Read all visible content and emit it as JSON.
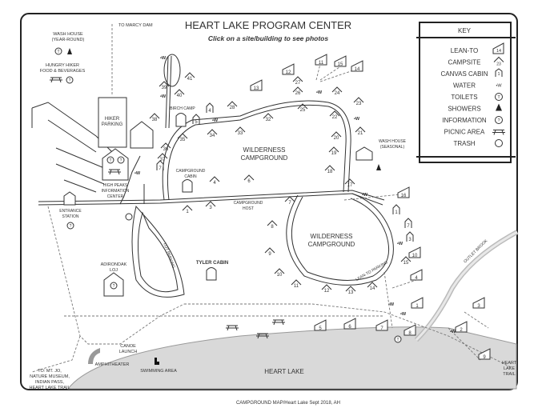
{
  "title": "HEART LAKE PROGRAM CENTER",
  "subtitle": "Click on a site/building to see photos",
  "footer": "CAMPGROUND MAP/Heart Lake Sept 2018, AH",
  "key": {
    "title": "KEY",
    "items": [
      {
        "label": "LEAN-TO",
        "icon": "lean-to-icon",
        "sample": "14"
      },
      {
        "label": "CAMPSITE",
        "icon": "campsite-icon",
        "sample": "23"
      },
      {
        "label": "CANVAS CABIN",
        "icon": "canvas-cabin-icon",
        "sample": "1"
      },
      {
        "label": "WATER",
        "icon": "water-icon",
        "sample": "•W"
      },
      {
        "label": "TOILETS",
        "icon": "toilet-icon",
        "sample": "T"
      },
      {
        "label": "SHOWERS",
        "icon": "shower-icon"
      },
      {
        "label": "INFORMATION",
        "icon": "information-icon",
        "sample": "?"
      },
      {
        "label": "PICNIC AREA",
        "icon": "picnic-table-icon"
      },
      {
        "label": "TRASH",
        "icon": "trash-icon"
      }
    ]
  },
  "labels": {
    "to_marcy_dam": "TO MARCY DAM",
    "wash_house_year": [
      "WASH HOUSE",
      "(YEAR-ROUND)"
    ],
    "hungry_hiker": [
      "HUNGRY HIKER",
      "FOOD & BEVERAGES"
    ],
    "hiker_parking": [
      "HIKER",
      "PARKING"
    ],
    "info_center": [
      "HIGH PEAKS",
      "INFORMATION",
      "CENTER"
    ],
    "entrance_station": [
      "ENTRANCE",
      "STATION"
    ],
    "birch_camp": "BIRCH CAMP",
    "campground_cabin": [
      "CAMPGROUND",
      "CABIN"
    ],
    "wilderness_1": [
      "WILDERNESS",
      "CAMPGROUND"
    ],
    "wilderness_2": [
      "WILDERNESS",
      "CAMPGROUND"
    ],
    "campground_host": [
      "CAMPGROUND",
      "HOST"
    ],
    "wash_house_seasonal": [
      "WASH HOUSE",
      "(SEASONAL)"
    ],
    "lot_parking": "LOT PARKING",
    "lean_to_parking": "LEAN-TO PARKING",
    "tyler_cabin": "TYLER CABIN",
    "adirondak_loj": [
      "ADIRONDAK",
      "LOJ"
    ],
    "outlet_brook": "OUTLET BROOK",
    "canoe_launch": [
      "CANOE",
      "LAUNCH"
    ],
    "amphitheater": "AMPHITHEATER",
    "swimming_area": "SWIMMING AREA",
    "heart_lake": "HEART LAKE",
    "heart_lake_trail": [
      "HEART",
      "LAKE",
      "TRAIL"
    ],
    "to_mt_jo": [
      "TO: MT. JO,",
      "NATURE MUSEUM,",
      "INDIAN PASS,",
      "HEART LAKE TRAIL"
    ],
    "water": "•W",
    "toilet": "T",
    "info": "?"
  },
  "campsites": [
    "41",
    "39",
    "40",
    "38",
    "28",
    "35",
    "34",
    "33",
    "32",
    "36",
    "37",
    "27",
    "26",
    "24",
    "23",
    "25",
    "22",
    "21",
    "20",
    "19",
    "18",
    "17",
    "4",
    "6",
    "1",
    "3",
    "7",
    "8",
    "9",
    "10",
    "11",
    "12",
    "13",
    "14",
    "15"
  ],
  "lean_tos": [
    "12",
    "11",
    "15",
    "14",
    "13",
    "16",
    "10",
    "4",
    "1",
    "5",
    "6",
    "7",
    "8",
    "2",
    "3",
    "9"
  ],
  "canvas_cabins": [
    "4",
    "5",
    "7",
    "1",
    "7",
    "3"
  ],
  "colors": {
    "lake": "#d9d9d9",
    "brook": "#cfcfcf",
    "ink": "#333333"
  }
}
